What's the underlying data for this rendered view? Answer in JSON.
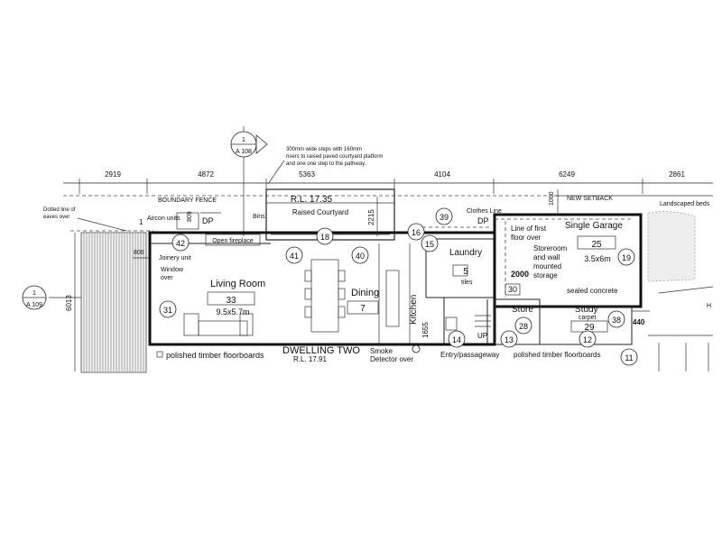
{
  "section_marker_top": {
    "num": "1",
    "ref": "A 108"
  },
  "section_marker_left": {
    "num": "1",
    "ref": "A 109"
  },
  "note_steps": [
    "300mm wide steps with 160mm",
    "risers to raised paved courtyard platform",
    "and one one step to the pathway."
  ],
  "dims_top": [
    "2919",
    "4872",
    "5363",
    "4104",
    "6249",
    "2861"
  ],
  "labels": {
    "boundary_fence": "BOUNDARY FENCE",
    "new_setback": "NEW SETBACK",
    "landscaped_beds": "Landscaped beds",
    "dotted_line": [
      "Dotted line of",
      "eaves over"
    ],
    "aircon": "Aircon units",
    "dp1": "DP",
    "dp2": "DP",
    "bins": "Bins",
    "open_fireplace": "Open fireplace",
    "rl_courtyard": "R.L. 17.35",
    "raised_courtyard": "Raised Courtyard",
    "clothes_line": "Clothes Line",
    "line_first_floor": [
      "Line of first",
      "floor over"
    ],
    "single_garage": "Single Garage",
    "storeroom": [
      "Storeroom",
      "and wall",
      "mounted",
      "storage"
    ],
    "garage_size": "3.5x6m",
    "sealed_concrete": "sealed concrete",
    "joinery": "Joinery unit",
    "window_over": [
      "Window",
      "over"
    ],
    "living_room": "Living Room",
    "living_size": "9.5x5.7m",
    "dining": "Dining",
    "kitchen": "Kitchen",
    "laundry": "Laundry",
    "tiles": "tiles",
    "store": "Store",
    "study": "Study",
    "carpet": "carpet",
    "up": "UP",
    "polished1": "polished timber floorboards",
    "polished2": "polished timber floorboards",
    "dwelling_two": "DWELLING TWO",
    "rl_dwelling": "R.L. 17.91",
    "smoke_detector": [
      "Smoke",
      "Detector over"
    ],
    "entry": "Entry/passageway",
    "h_label": "H"
  },
  "dims_misc": {
    "d809a": "809",
    "d809b": "809",
    "d2215": "2215",
    "d1000": "1000",
    "d6013": "6013",
    "d1655": "1655",
    "d2000": "2000",
    "d440": "440"
  },
  "tags": {
    "t1": "1",
    "t42": "42",
    "t18": "18",
    "t41": "41",
    "t40": "40",
    "t16": "16",
    "t15": "15",
    "t39": "39",
    "t25": "25",
    "t19": "19",
    "t33": "33",
    "t31": "31",
    "t7": "7",
    "t5": "5",
    "t30": "30",
    "t28": "28",
    "t29": "29",
    "t38": "38",
    "t14": "14",
    "t13": "13",
    "t12": "12",
    "t11": "11"
  }
}
